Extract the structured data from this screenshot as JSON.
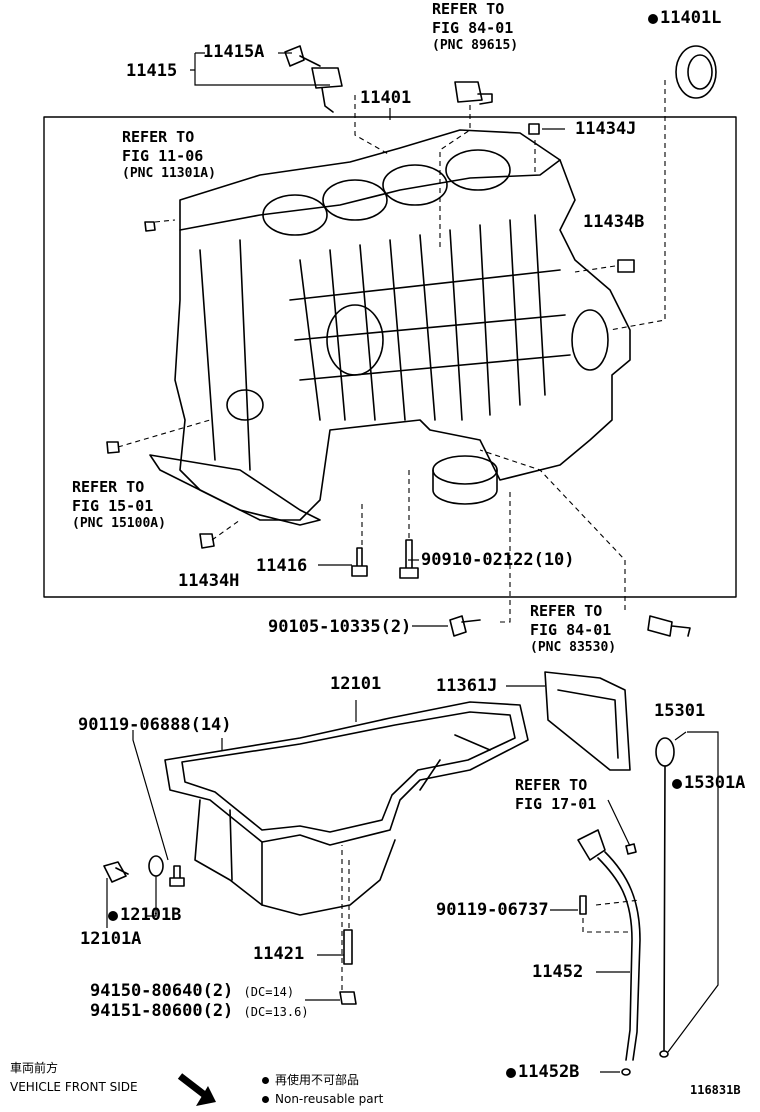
{
  "parts": {
    "p11415A": "11415A",
    "p11415": "11415",
    "p11401": "11401",
    "p11401L": "11401L",
    "p11434J": "11434J",
    "p11434B": "11434B",
    "p11434H": "11434H",
    "p11416": "11416",
    "p90910": "90910-02122(10)",
    "p90105": "90105-10335(2)",
    "p12101": "12101",
    "p11361J": "11361J",
    "p90119a": "90119-06888(14)",
    "p15301": "15301",
    "p15301A": "15301A",
    "p12101B": "12101B",
    "p12101A": "12101A",
    "p90119b": "90119-06737",
    "p11421": "11421",
    "p11452": "11452",
    "p94150": "94150-80640(2)",
    "p94150dc": "(DC=14)",
    "p94151": "94151-80600(2)",
    "p94151dc": "(DC=13.6)",
    "p11452B": "11452B"
  },
  "refs": {
    "r1": {
      "line1": "REFER TO",
      "line2": "FIG 84-01",
      "pnc": "(PNC 89615)"
    },
    "r2": {
      "line1": "REFER TO",
      "line2": "FIG 11-06",
      "pnc": "(PNC 11301A)"
    },
    "r3": {
      "line1": "REFER TO",
      "line2": "FIG 15-01",
      "pnc": "(PNC 15100A)"
    },
    "r4": {
      "line1": "REFER TO",
      "line2": "FIG 84-01",
      "pnc": "(PNC 83530)"
    },
    "r5": {
      "line1": "REFER TO",
      "line2": "FIG 17-01"
    }
  },
  "footer": {
    "front_jp": "車両前方",
    "front_en": "VEHICLE FRONT SIDE",
    "nonreuse_jp": "再使用不可部品",
    "nonreuse_en": "Non-reusable part",
    "fig_no": "116831B"
  }
}
